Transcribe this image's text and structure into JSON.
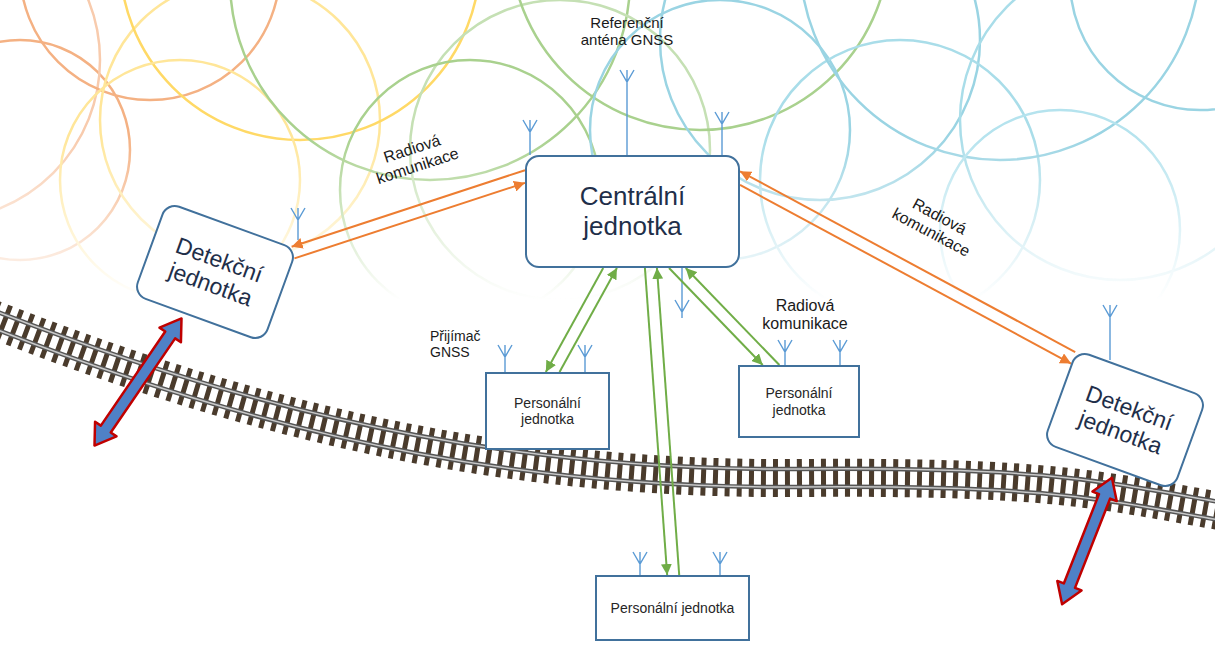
{
  "diagram": {
    "nodes": [
      {
        "text": [
          "Centrální jednotka"
        ]
      },
      {
        "text": [
          "Detekční jednotka"
        ]
      },
      {
        "text": [
          "Personální jednotka"
        ]
      },
      {
        "text": [
          "Personální jednotka"
        ]
      },
      {
        "text": [
          "Personální jednotka"
        ]
      },
      {
        "text": [
          "Detekční jednotka"
        ]
      }
    ],
    "edges": [
      {
        "from": 1,
        "to": 0,
        "arrow": "to",
        "label": "Radiová komunikace"
      },
      {
        "from": 0,
        "to": 1,
        "arrow": "to"
      },
      {
        "from": 0,
        "to": 5,
        "arrow": "to",
        "label": "Radiová komunikace"
      },
      {
        "from": 5,
        "to": 0,
        "arrow": "to"
      },
      {
        "from": 0,
        "to": 2,
        "arrow": "to"
      },
      {
        "from": 2,
        "to": 0,
        "arrow": "to"
      },
      {
        "from": 0,
        "to": 3,
        "arrow": "to",
        "label": "Radiová komunikace"
      },
      {
        "from": 3,
        "to": 0,
        "arrow": "to"
      },
      {
        "from": 0,
        "to": 4,
        "arrow": "to"
      },
      {
        "from": 4,
        "to": 0,
        "arrow": "to"
      }
    ],
    "labels": [
      "Referenční anténa GNSS",
      "Přijímač GNSS"
    ]
  }
}
